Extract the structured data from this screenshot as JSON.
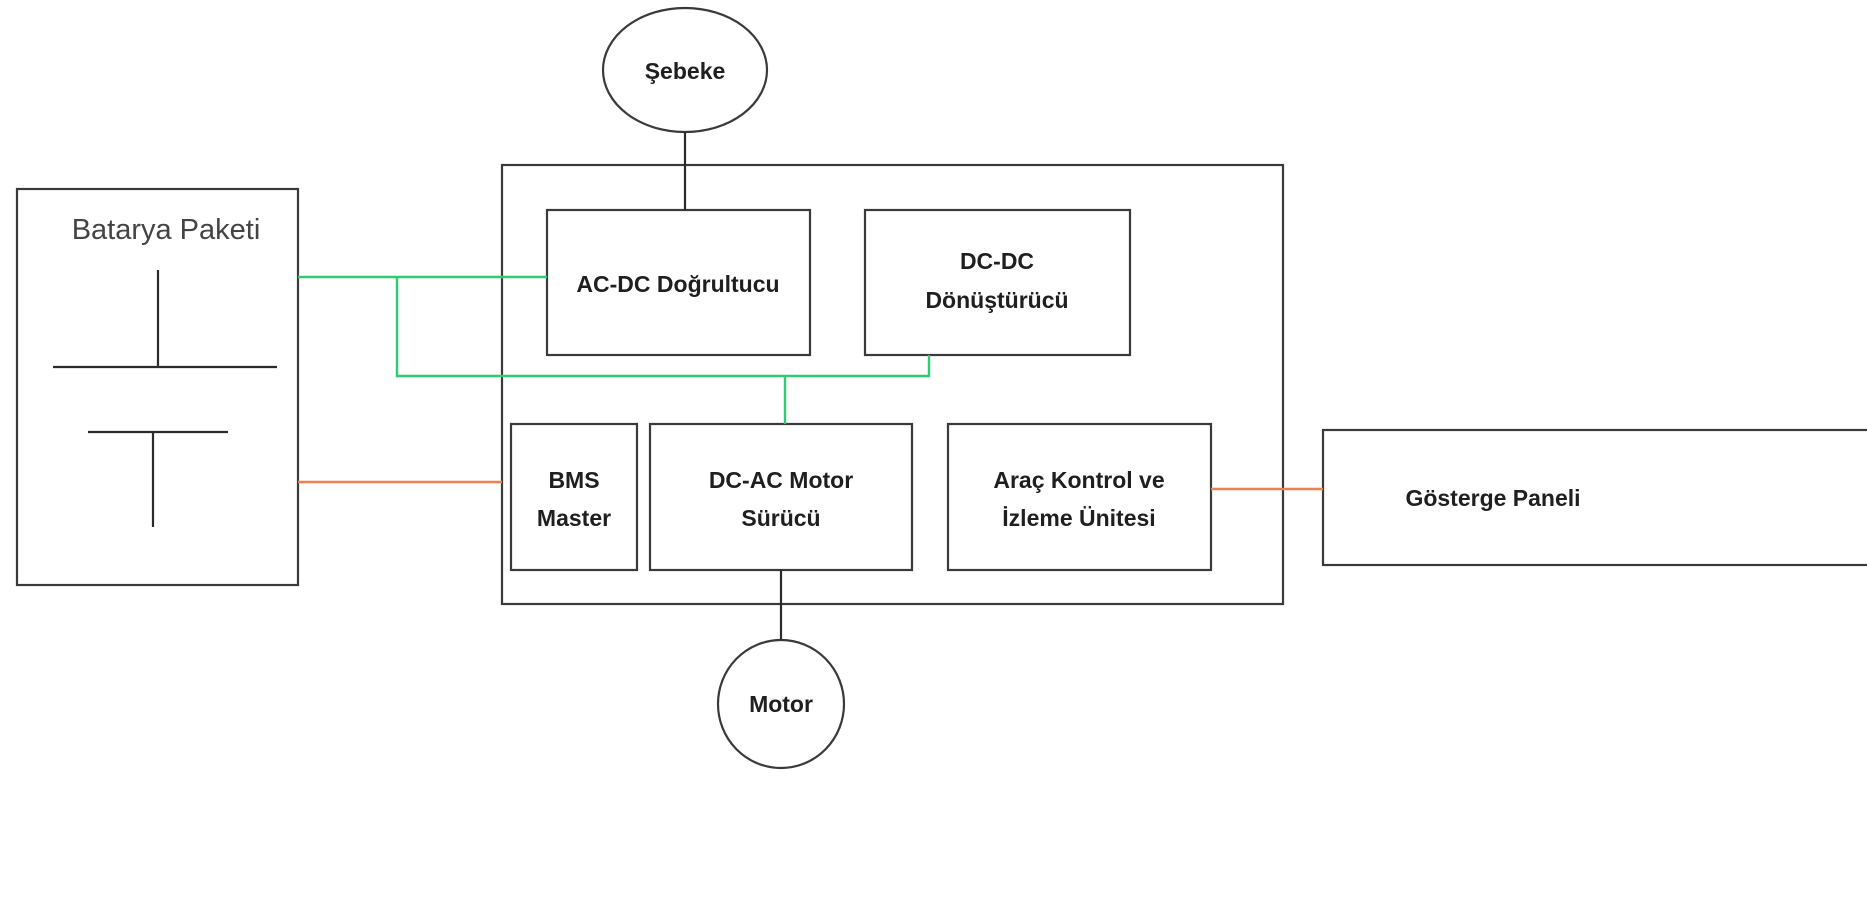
{
  "diagram": {
    "nodes": {
      "sebeke": {
        "label": "Şebeke"
      },
      "batarya": {
        "label": "Batarya Paketi"
      },
      "acdc": {
        "label": "AC-DC Doğrultucu"
      },
      "dcdc": {
        "line1": "DC-DC",
        "line2": "Dönüştürücü"
      },
      "bms": {
        "line1": "BMS",
        "line2": "Master"
      },
      "dcac": {
        "line1": "DC-AC Motor",
        "line2": "Sürücü"
      },
      "arac": {
        "line1": "Araç Kontrol ve",
        "line2": "İzleme Ünitesi"
      },
      "gosterge": {
        "label": "Gösterge Paneli"
      },
      "motor": {
        "label": "Motor"
      }
    },
    "colors": {
      "power_line": "#2ecc71",
      "communication_line": "#f07f4f",
      "mechanical_line": "#2b2b2b",
      "border": "#3a3a3a"
    }
  }
}
